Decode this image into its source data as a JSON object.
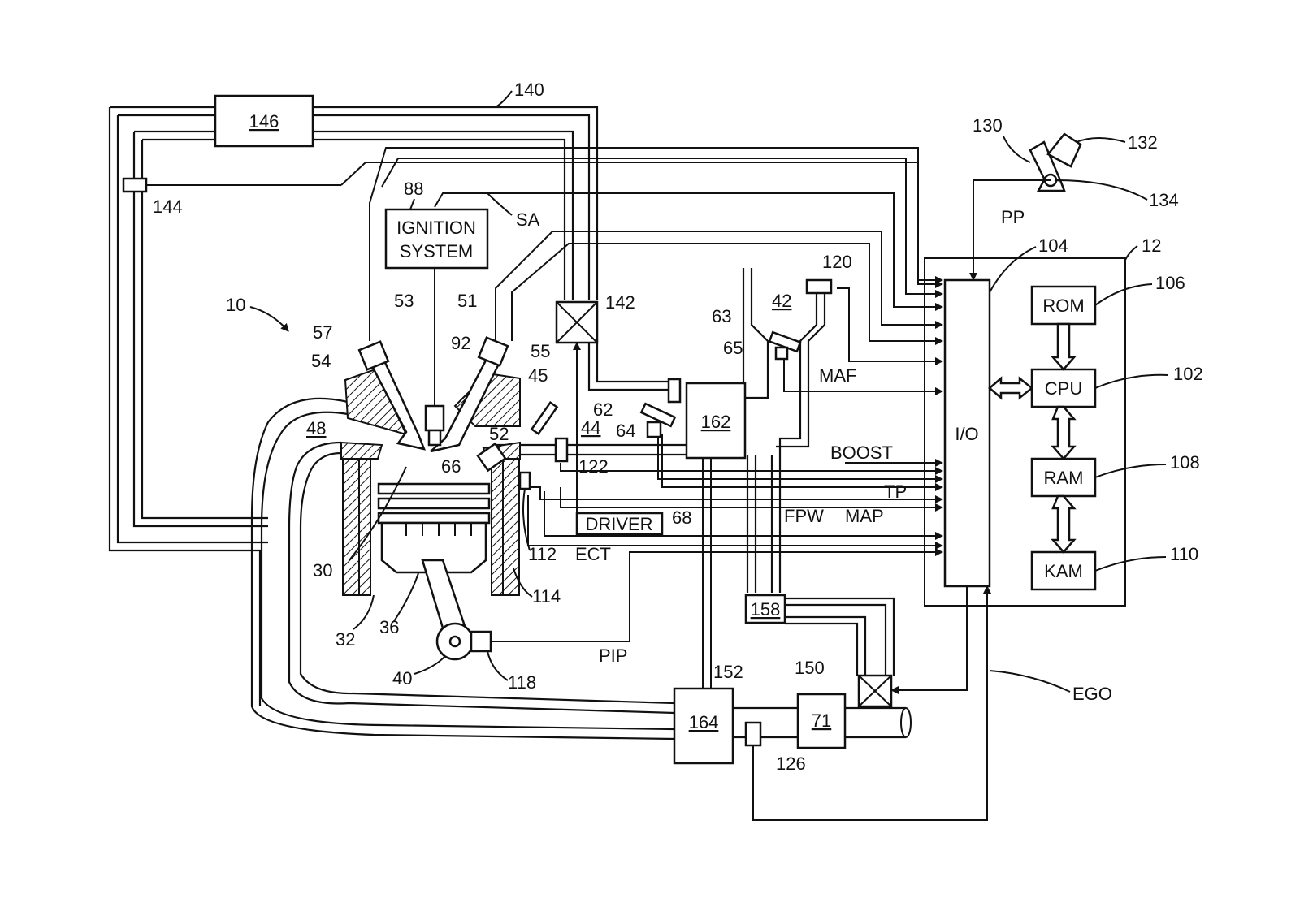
{
  "figure": {
    "ref_numbers": {
      "n10": "10",
      "n12": "12",
      "n30": "30",
      "n32": "32",
      "n36": "36",
      "n40": "40",
      "n42": "42",
      "n44": "44",
      "n45": "45",
      "n48": "48",
      "n51": "51",
      "n52": "52",
      "n53": "53",
      "n54": "54",
      "n55": "55",
      "n57": "57",
      "n62": "62",
      "n63": "63",
      "n64": "64",
      "n65": "65",
      "n66": "66",
      "n68": "68",
      "n71": "71",
      "n88": "88",
      "n92": "92",
      "n102": "102",
      "n104": "104",
      "n106": "106",
      "n108": "108",
      "n110": "110",
      "n112": "112",
      "n114": "114",
      "n118": "118",
      "n120": "120",
      "n122": "122",
      "n126": "126",
      "n130": "130",
      "n132": "132",
      "n134": "134",
      "n140": "140",
      "n142": "142",
      "n144": "144",
      "n146": "146",
      "n150": "150",
      "n152": "152",
      "n158": "158",
      "n162": "162",
      "n164": "164"
    },
    "boxes": {
      "ignition_line1": "IGNITION",
      "ignition_line2": "SYSTEM",
      "io": "I/O",
      "rom": "ROM",
      "cpu": "CPU",
      "ram": "RAM",
      "kam": "KAM",
      "driver": "DRIVER"
    },
    "signals": {
      "sa": "SA",
      "pp": "PP",
      "maf": "MAF",
      "boost": "BOOST",
      "tp": "TP",
      "fpw": "FPW",
      "map": "MAP",
      "ect": "ECT",
      "pip": "PIP",
      "ego": "EGO"
    }
  }
}
